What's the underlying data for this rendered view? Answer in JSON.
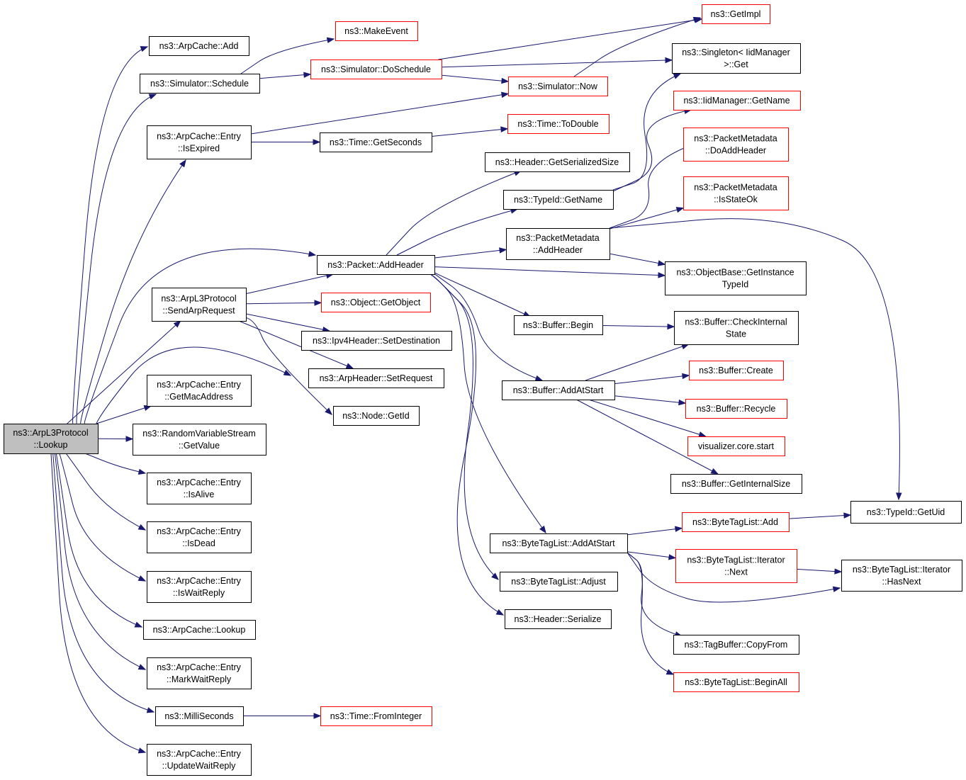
{
  "graph": {
    "title": "",
    "colors": {
      "edge": "#191970",
      "border_default": "#000000",
      "border_truncated": "#ff0000",
      "root_fill": "#bfbfbf",
      "fill": "#ffffff"
    },
    "nodes": [
      {
        "id": "lookup",
        "lines": [
          "ns3::ArpL3Protocol",
          "::Lookup"
        ],
        "style": "root"
      },
      {
        "id": "arpcache_add",
        "lines": [
          "ns3::ArpCache::Add"
        ],
        "style": "black"
      },
      {
        "id": "sim_schedule",
        "lines": [
          "ns3::Simulator::Schedule"
        ],
        "style": "black"
      },
      {
        "id": "entry_isexpired",
        "lines": [
          "ns3::ArpCache::Entry",
          "::IsExpired"
        ],
        "style": "black"
      },
      {
        "id": "sendarprequest",
        "lines": [
          "ns3::ArpL3Protocol",
          "::SendArpRequest"
        ],
        "style": "black"
      },
      {
        "id": "entry_getmac",
        "lines": [
          "ns3::ArpCache::Entry",
          "::GetMacAddress"
        ],
        "style": "black"
      },
      {
        "id": "rvs_getvalue",
        "lines": [
          "ns3::RandomVariableStream",
          "::GetValue"
        ],
        "style": "black"
      },
      {
        "id": "entry_isalive",
        "lines": [
          "ns3::ArpCache::Entry",
          "::IsAlive"
        ],
        "style": "black"
      },
      {
        "id": "entry_isdead",
        "lines": [
          "ns3::ArpCache::Entry",
          "::IsDead"
        ],
        "style": "black"
      },
      {
        "id": "entry_iswaitreply",
        "lines": [
          "ns3::ArpCache::Entry",
          "::IsWaitReply"
        ],
        "style": "black"
      },
      {
        "id": "arpcache_lookup",
        "lines": [
          "ns3::ArpCache::Lookup"
        ],
        "style": "black"
      },
      {
        "id": "entry_markwait",
        "lines": [
          "ns3::ArpCache::Entry",
          "::MarkWaitReply"
        ],
        "style": "black"
      },
      {
        "id": "milliseconds",
        "lines": [
          "ns3::MilliSeconds"
        ],
        "style": "black"
      },
      {
        "id": "entry_updatewait",
        "lines": [
          "ns3::ArpCache::Entry",
          "::UpdateWaitReply"
        ],
        "style": "black"
      },
      {
        "id": "makeevent",
        "lines": [
          "ns3::MakeEvent"
        ],
        "style": "red"
      },
      {
        "id": "sim_doschedule",
        "lines": [
          "ns3::Simulator::DoSchedule"
        ],
        "style": "red"
      },
      {
        "id": "sim_now",
        "lines": [
          "ns3::Simulator::Now"
        ],
        "style": "red"
      },
      {
        "id": "time_getseconds",
        "lines": [
          "ns3::Time::GetSeconds"
        ],
        "style": "black"
      },
      {
        "id": "packet_addheader",
        "lines": [
          "ns3::Packet::AddHeader"
        ],
        "style": "black"
      },
      {
        "id": "object_getobject",
        "lines": [
          "ns3::Object::GetObject"
        ],
        "style": "red"
      },
      {
        "id": "ipv4_setdest",
        "lines": [
          "ns3::Ipv4Header::SetDestination"
        ],
        "style": "black"
      },
      {
        "id": "arpheader_setreq",
        "lines": [
          "ns3::ArpHeader::SetRequest"
        ],
        "style": "black"
      },
      {
        "id": "node_getid",
        "lines": [
          "ns3::Node::GetId"
        ],
        "style": "black"
      },
      {
        "id": "time_fromint",
        "lines": [
          "ns3::Time::FromInteger"
        ],
        "style": "red"
      },
      {
        "id": "getimpl",
        "lines": [
          "ns3::GetImpl"
        ],
        "style": "red"
      },
      {
        "id": "singleton_get",
        "lines": [
          "ns3::Singleton< IidManager",
          ">::Get"
        ],
        "style": "black"
      },
      {
        "id": "time_todouble",
        "lines": [
          "ns3::Time::ToDouble"
        ],
        "style": "red"
      },
      {
        "id": "header_getsersize",
        "lines": [
          "ns3::Header::GetSerializedSize"
        ],
        "style": "black"
      },
      {
        "id": "typeid_getname",
        "lines": [
          "ns3::TypeId::GetName"
        ],
        "style": "black"
      },
      {
        "id": "pm_addheader",
        "lines": [
          "ns3::PacketMetadata",
          "::AddHeader"
        ],
        "style": "black"
      },
      {
        "id": "buffer_begin",
        "lines": [
          "ns3::Buffer::Begin"
        ],
        "style": "black"
      },
      {
        "id": "buffer_addatstart",
        "lines": [
          "ns3::Buffer::AddAtStart"
        ],
        "style": "black"
      },
      {
        "id": "btl_addatstart",
        "lines": [
          "ns3::ByteTagList::AddAtStart"
        ],
        "style": "black"
      },
      {
        "id": "btl_adjust",
        "lines": [
          "ns3::ByteTagList::Adjust"
        ],
        "style": "black"
      },
      {
        "id": "header_serialize",
        "lines": [
          "ns3::Header::Serialize"
        ],
        "style": "black"
      },
      {
        "id": "iidmanager_getname",
        "lines": [
          "ns3::IidManager::GetName"
        ],
        "style": "red"
      },
      {
        "id": "pm_doaddheader",
        "lines": [
          "ns3::PacketMetadata",
          "::DoAddHeader"
        ],
        "style": "red"
      },
      {
        "id": "pm_isstateok",
        "lines": [
          "ns3::PacketMetadata",
          "::IsStateOk"
        ],
        "style": "red"
      },
      {
        "id": "objectbase_getinst",
        "lines": [
          "ns3::ObjectBase::GetInstance",
          "TypeId"
        ],
        "style": "black"
      },
      {
        "id": "buffer_checkinternal",
        "lines": [
          "ns3::Buffer::CheckInternal",
          "State"
        ],
        "style": "black"
      },
      {
        "id": "buffer_create",
        "lines": [
          "ns3::Buffer::Create"
        ],
        "style": "red"
      },
      {
        "id": "buffer_recycle",
        "lines": [
          "ns3::Buffer::Recycle"
        ],
        "style": "red"
      },
      {
        "id": "visualizer_start",
        "lines": [
          "visualizer.core.start"
        ],
        "style": "red"
      },
      {
        "id": "buffer_getinternalsize",
        "lines": [
          "ns3::Buffer::GetInternalSize"
        ],
        "style": "black"
      },
      {
        "id": "btl_add",
        "lines": [
          "ns3::ByteTagList::Add"
        ],
        "style": "red"
      },
      {
        "id": "btl_iter_next",
        "lines": [
          "ns3::ByteTagList::Iterator",
          "::Next"
        ],
        "style": "red"
      },
      {
        "id": "tagbuffer_copyfrom",
        "lines": [
          "ns3::TagBuffer::CopyFrom"
        ],
        "style": "black"
      },
      {
        "id": "btl_beginall",
        "lines": [
          "ns3::ByteTagList::BeginAll"
        ],
        "style": "red"
      },
      {
        "id": "typeid_getuid",
        "lines": [
          "ns3::TypeId::GetUid"
        ],
        "style": "black"
      },
      {
        "id": "btl_iter_hasnext",
        "lines": [
          "ns3::ByteTagList::Iterator",
          "::HasNext"
        ],
        "style": "black"
      }
    ],
    "edges": [
      [
        "lookup",
        "arpcache_add"
      ],
      [
        "lookup",
        "sim_schedule"
      ],
      [
        "lookup",
        "entry_isexpired"
      ],
      [
        "lookup",
        "packet_addheader"
      ],
      [
        "lookup",
        "sendarprequest"
      ],
      [
        "lookup",
        "node_getid"
      ],
      [
        "lookup",
        "entry_getmac"
      ],
      [
        "lookup",
        "rvs_getvalue"
      ],
      [
        "lookup",
        "entry_isalive"
      ],
      [
        "lookup",
        "entry_isdead"
      ],
      [
        "lookup",
        "entry_iswaitreply"
      ],
      [
        "lookup",
        "arpcache_lookup"
      ],
      [
        "lookup",
        "entry_markwait"
      ],
      [
        "lookup",
        "milliseconds"
      ],
      [
        "lookup",
        "entry_updatewait"
      ],
      [
        "sim_schedule",
        "makeevent"
      ],
      [
        "sim_schedule",
        "sim_doschedule"
      ],
      [
        "sim_doschedule",
        "getimpl"
      ],
      [
        "sim_doschedule",
        "singleton_get"
      ],
      [
        "sim_doschedule",
        "sim_now"
      ],
      [
        "sim_now",
        "getimpl"
      ],
      [
        "entry_isexpired",
        "sim_now"
      ],
      [
        "entry_isexpired",
        "time_getseconds"
      ],
      [
        "time_getseconds",
        "time_todouble"
      ],
      [
        "sendarprequest",
        "packet_addheader"
      ],
      [
        "sendarprequest",
        "object_getobject"
      ],
      [
        "sendarprequest",
        "ipv4_setdest"
      ],
      [
        "sendarprequest",
        "arpheader_setreq"
      ],
      [
        "sendarprequest",
        "node_getid"
      ],
      [
        "milliseconds",
        "time_fromint"
      ],
      [
        "packet_addheader",
        "header_getsersize"
      ],
      [
        "packet_addheader",
        "typeid_getname"
      ],
      [
        "packet_addheader",
        "pm_addheader"
      ],
      [
        "packet_addheader",
        "objectbase_getinst"
      ],
      [
        "packet_addheader",
        "buffer_begin"
      ],
      [
        "packet_addheader",
        "buffer_addatstart"
      ],
      [
        "packet_addheader",
        "btl_addatstart"
      ],
      [
        "packet_addheader",
        "btl_adjust"
      ],
      [
        "packet_addheader",
        "header_serialize"
      ],
      [
        "typeid_getname",
        "singleton_get"
      ],
      [
        "typeid_getname",
        "iidmanager_getname"
      ],
      [
        "pm_addheader",
        "pm_doaddheader"
      ],
      [
        "pm_addheader",
        "pm_isstateok"
      ],
      [
        "pm_addheader",
        "objectbase_getinst"
      ],
      [
        "pm_addheader",
        "typeid_getuid"
      ],
      [
        "buffer_begin",
        "buffer_checkinternal"
      ],
      [
        "buffer_addatstart",
        "buffer_checkinternal"
      ],
      [
        "buffer_addatstart",
        "buffer_create"
      ],
      [
        "buffer_addatstart",
        "buffer_recycle"
      ],
      [
        "buffer_addatstart",
        "visualizer_start"
      ],
      [
        "buffer_addatstart",
        "buffer_getinternalsize"
      ],
      [
        "btl_addatstart",
        "btl_add"
      ],
      [
        "btl_addatstart",
        "btl_iter_next"
      ],
      [
        "btl_addatstart",
        "btl_iter_hasnext"
      ],
      [
        "btl_addatstart",
        "tagbuffer_copyfrom"
      ],
      [
        "btl_addatstart",
        "btl_beginall"
      ],
      [
        "btl_add",
        "typeid_getuid"
      ],
      [
        "btl_iter_next",
        "btl_iter_hasnext"
      ]
    ]
  }
}
